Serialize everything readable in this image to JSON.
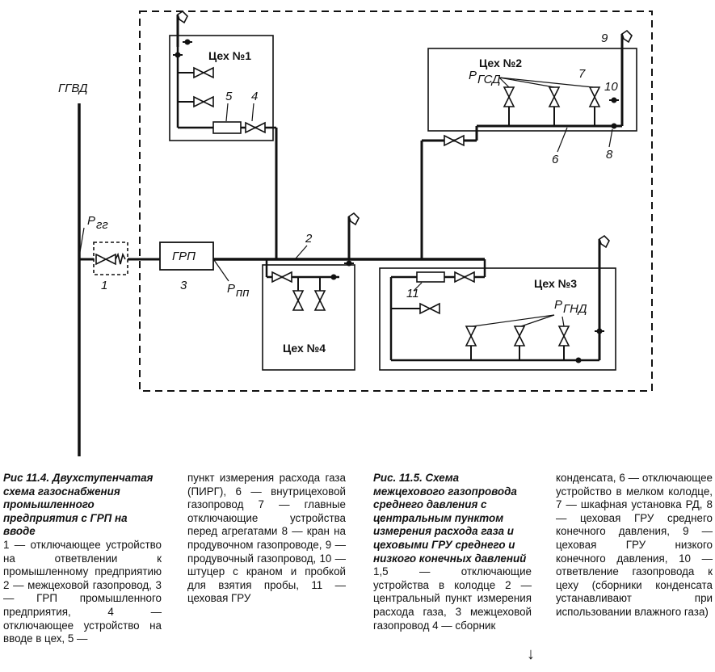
{
  "labels": {
    "ggvd": "ГГВД",
    "p_gg": "P",
    "p_gg_sub": "гг",
    "grp": "ГРП",
    "p_pp": "P",
    "p_pp_sub": "пп",
    "p_gsd": "P",
    "p_gsd_sub": "ГСД",
    "p_gnd": "P",
    "p_gnd_sub": "ГНД",
    "shop1": "Цех №1",
    "shop2": "Цех №2",
    "shop3": "Цех №3",
    "shop4": "Цех №4",
    "n1": "1",
    "n2": "2",
    "n3": "3",
    "n4": "4",
    "n5": "5",
    "n6": "6",
    "n7": "7",
    "n8": "8",
    "n9": "9",
    "n10": "10",
    "n11": "11"
  },
  "captions": {
    "fig114_title": "Рис 11.4. Двухступенчатая схема газоснабжения промышленного предприятия с ГРП на вводе",
    "fig114_body_a": "1 — отключающее устройство на ответвлении к промышленному предприятию 2 — межцеховой газопровод, 3 — ГРП промышленного предприятия, 4 — отключающее устройство на вводе в цех, 5 —",
    "fig114_body_b": "пункт измерения расхода газа (ПИРГ), 6 — внутрицеховой газопровод 7 — главные отключающие устройства перед агрегатами 8 — кран на продувочном газопроводе, 9 — продувочный газопровод, 10 — штуцер с краном и пробкой для взятия пробы, 11 — цеховая ГРУ",
    "fig115_title": "Рис. 11.5. Схема межцехового газопровода среднего давления с центральным пунктом измерения расхода газа и цеховыми ГРУ среднего и низкого конечных давлений",
    "fig115_body_a": "1,5 — отключающие устройства в колодце 2 — центральный пункт измерения расхода газа, 3 межцеховой газопровод 4 — сборник",
    "fig115_body_b": "конденсата, 6 — отключающее устройство в мелком колодце, 7 — шкафная установка РД, 8 — цеховая ГРУ среднего конечного давления, 9 — цеховая ГРУ низкого конечного давления, 10 — ответвление газопровода к цеху (сборники конденсата устанавливают при использовании влажного газа)",
    "arrow": "↓"
  }
}
